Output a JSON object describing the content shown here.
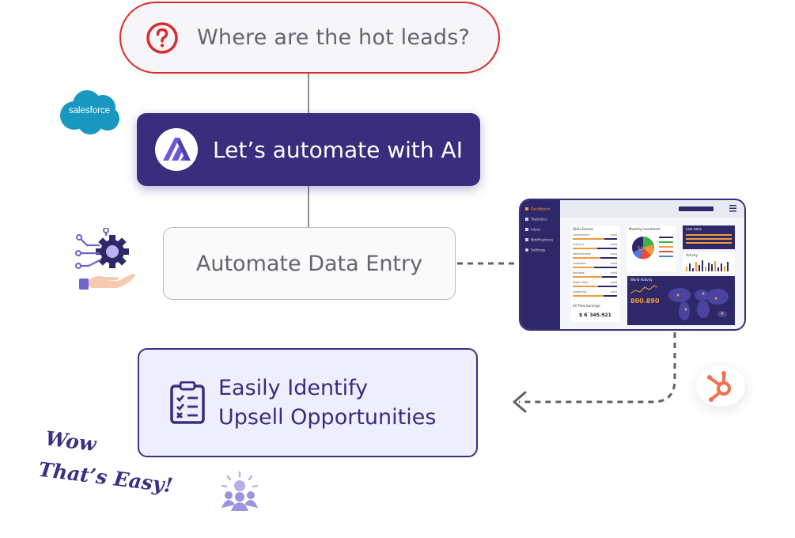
{
  "question": {
    "text": "Where are the hot leads?",
    "icon": "question-circle-icon",
    "color": "#d92c2c"
  },
  "ai_step": {
    "text": "Let’s automate with AI",
    "logo": "ai-logo-icon",
    "bg": "#3a2d7d"
  },
  "data_entry": {
    "text": "Automate Data Entry"
  },
  "upsell": {
    "line1": "Easily Identify",
    "line2": "Upsell Opportunities",
    "icon": "checklist-icon"
  },
  "salesforce": {
    "label": "salesforce",
    "color": "#1798c1"
  },
  "exclaim": {
    "line1": "Wow",
    "line2": "That’s Easy!"
  },
  "dashboard": {
    "sidebar": [
      "Dashboard",
      "Statistics",
      "Inbox",
      "Notifications",
      "Settings"
    ],
    "skills_title": "Skills Earned",
    "skills": [
      {
        "name": "Commitment",
        "value": "out/4",
        "fill": 0.72
      },
      {
        "name": "Online rs",
        "value": "out/4",
        "fill": 0.55
      },
      {
        "name": "Determination",
        "value": "out/4",
        "fill": 0.62
      },
      {
        "name": "Inspiration",
        "value": "out/4",
        "fill": 0.48
      },
      {
        "name": "Welcome",
        "value": "out/4",
        "fill": 0.66
      },
      {
        "name": "Bright Vision",
        "value": "out/4",
        "fill": 0.58
      },
      {
        "name": "Leadership",
        "value": "out/4",
        "fill": 0.7
      }
    ],
    "earnings_title": "All Time Earnings",
    "earnings_value": "$ 6`345.921",
    "investment_title": "Monthly Investment",
    "investment_pct": "52%",
    "last_sales_title": "Last sales",
    "activity_title": "Activity",
    "world_title": "World Activity",
    "world_value": "800.890"
  }
}
